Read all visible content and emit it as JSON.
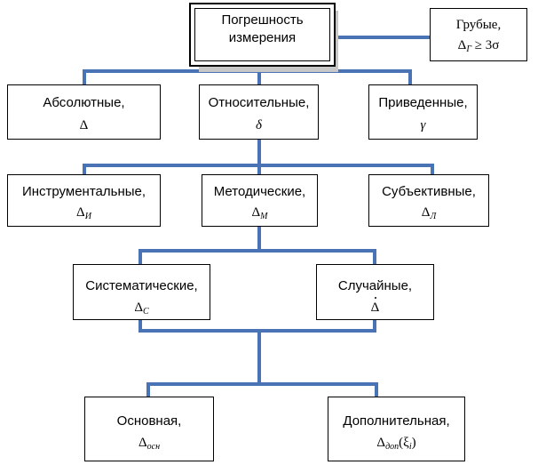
{
  "root": {
    "line1": "Погрешность",
    "line2": "измерения"
  },
  "gross": {
    "label": "Грубые,",
    "symbol": "Δ",
    "sub": "Г",
    "condition": "≥ 3σ"
  },
  "row1": [
    {
      "label": "Абсолютные,",
      "symbol": "Δ"
    },
    {
      "label": "Относительные,",
      "symbol": "δ"
    },
    {
      "label": "Приведенные,",
      "symbol": "γ"
    }
  ],
  "row2": [
    {
      "label": "Инструментальные,",
      "symbol": "Δ",
      "sub": "И"
    },
    {
      "label": "Методические,",
      "symbol": "Δ",
      "sub": "М"
    },
    {
      "label": "Субъективные,",
      "symbol": "Δ",
      "sub": "Л"
    }
  ],
  "row3": [
    {
      "label": "Систематические,",
      "symbol": "Δ",
      "sub": "С"
    },
    {
      "label": "Случайные,",
      "symbol": "Δ"
    }
  ],
  "row4": [
    {
      "label": "Основная,",
      "symbol": "Δ",
      "sub": "осн"
    },
    {
      "label": "Дополнительная,",
      "symbol": "Δ",
      "sub": "доп",
      "args": "(ξ",
      "args_sub": "i",
      "args_close": ")"
    }
  ],
  "colors": {
    "connector": "#4a73b5",
    "border": "#000000",
    "shadow": "#c8c8c8"
  }
}
